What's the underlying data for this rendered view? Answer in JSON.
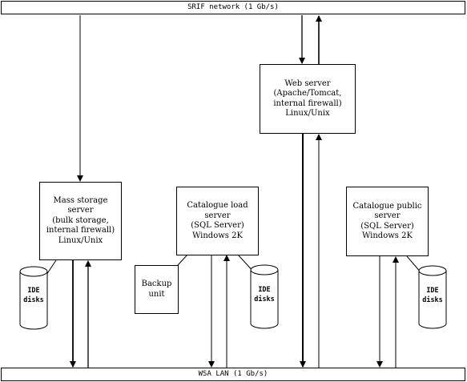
{
  "networks": {
    "top": "SRIF network (1 Gb/s)",
    "bottom": "WSA LAN (1 Gb/s)"
  },
  "servers": {
    "web": "Web server\n(Apache/Tomcat,\ninternal firewall)\nLinux/Unix",
    "mass_storage": "Mass storage\nserver\n(bulk storage,\ninternal firewall)\nLinux/Unix",
    "catalogue_load": "Catalogue load\nserver\n(SQL Server)\nWindows 2K",
    "catalogue_public": "Catalogue public\nserver\n(SQL Server)\nWindows 2K",
    "backup": "Backup\nunit"
  },
  "disks": {
    "mass_storage": "IDE\ndisks",
    "catalogue_load": "IDE\ndisks",
    "catalogue_public": "IDE\ndisks"
  }
}
